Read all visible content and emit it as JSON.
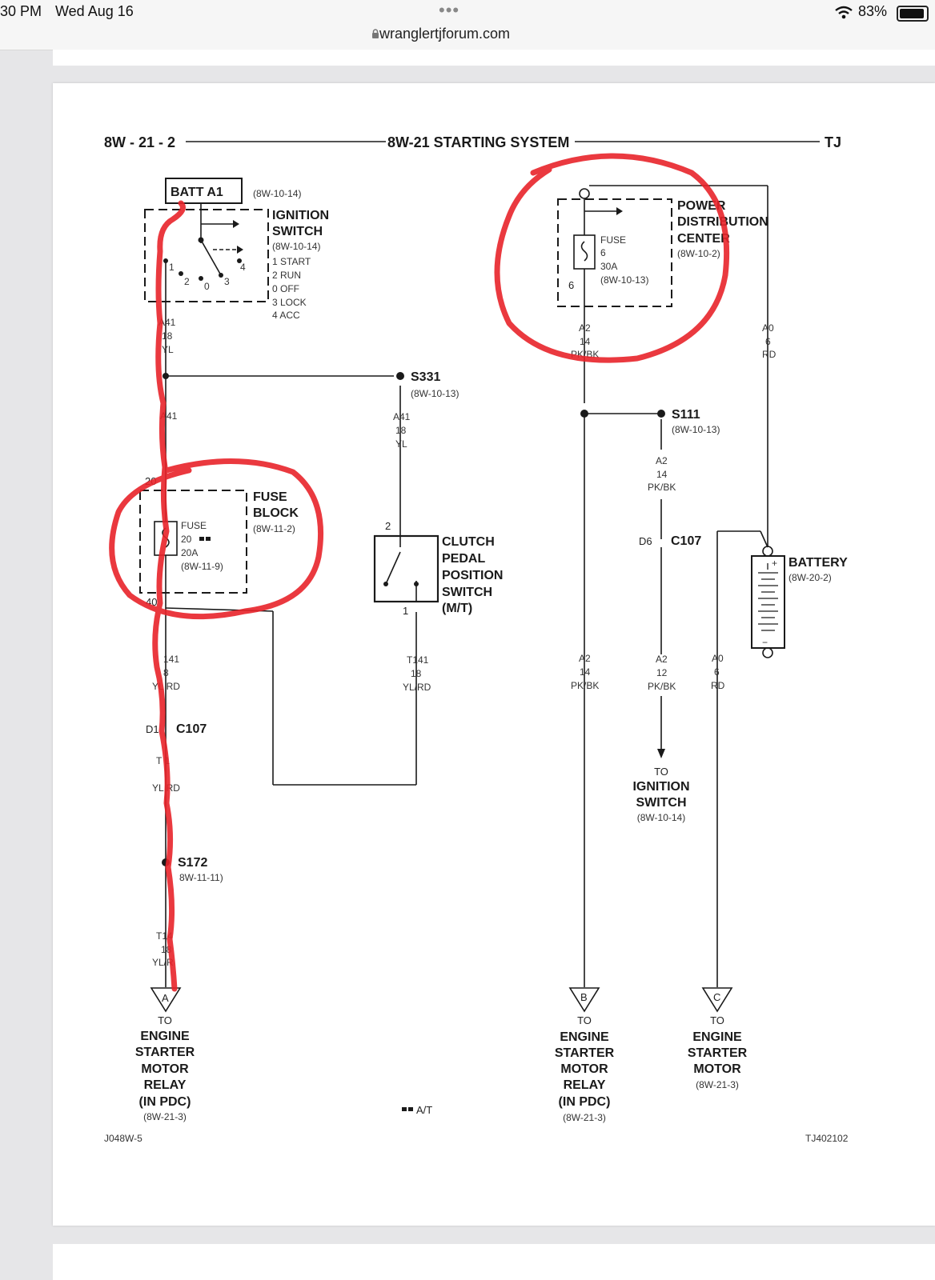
{
  "status_bar": {
    "time": "30 PM",
    "date": "Wed Aug 16",
    "url": "wranglertjforum.com",
    "battery": "83%",
    "battery_level": 0.83
  },
  "diagram": {
    "page_ref": "8W - 21 - 2",
    "title": "8W-21 STARTING SYSTEM",
    "model": "TJ",
    "footer_left": "J048W-5",
    "footer_right": "TJ402102",
    "footer_note": "A/T",
    "batt_a1": {
      "label": "BATT A1",
      "ref": "(8W-10-14)"
    },
    "ignition_switch": {
      "name_1": "IGNITION",
      "name_2": "SWITCH",
      "ref": "(8W-10-14)",
      "positions": [
        "1 START",
        "2 RUN",
        "0 OFF",
        "3 LOCK",
        "4 ACC"
      ],
      "pins": [
        "1",
        "2",
        "0",
        "3",
        "4"
      ]
    },
    "wire_a41_top": [
      "A41",
      "18",
      "YL"
    ],
    "wire_a41_mid": "A41",
    "s331": {
      "label": "S331",
      "ref": "(8W-10-13)"
    },
    "wire_a41_right": [
      "A41",
      "18",
      "YL"
    ],
    "fuse_block": {
      "name_1": "FUSE",
      "name_2": "BLOCK",
      "ref": "(8W-11-2)",
      "fuse_label": "FUSE",
      "fuse_number": "20",
      "fuse_rating": "20A",
      "fuse_ref": "(8W-11-9)",
      "pin_in": "20",
      "pin_out": "40"
    },
    "clutch_switch": {
      "lines": [
        "CLUTCH",
        "PEDAL",
        "POSITION",
        "SWITCH",
        "(M/T)"
      ],
      "pin_in": "2",
      "pin_out": "1"
    },
    "wire_t141_left": [
      "141",
      "8",
      "YL RD"
    ],
    "wire_t141_right": [
      "T141",
      "18",
      "YL/RD"
    ],
    "c107_left": {
      "pin": "D1",
      "label": "C107"
    },
    "wire_t141_lower": [
      "T 1",
      "YL RD"
    ],
    "s172": {
      "label": "S172",
      "ref": "8W-11-11)"
    },
    "wire_t14_bottom": [
      "T14",
      "18",
      "YL/R"
    ],
    "pdc": {
      "name_1": "POWER",
      "name_2": "DISTRIBUTION",
      "name_3": "CENTER",
      "ref": "(8W-10-2)",
      "fuse_label": "FUSE",
      "fuse_number": "6",
      "fuse_rating": "30A",
      "fuse_ref": "(8W-10-13)",
      "pin_out": "6"
    },
    "wire_a2_top": [
      "A2",
      "14",
      "PK/BK"
    ],
    "wire_a0_top": [
      "A0",
      "6",
      "RD"
    ],
    "s111": {
      "label": "S111",
      "ref": "(8W-10-13)"
    },
    "wire_a2_mid": [
      "A2",
      "14",
      "PK/BK"
    ],
    "c107_right": {
      "pin": "D6",
      "label": "C107"
    },
    "battery": {
      "label": "BATTERY",
      "ref": "(8W-20-2)",
      "plus": "+",
      "minus": "−"
    },
    "wire_a2_left": [
      "A2",
      "14",
      "PK/BK"
    ],
    "wire_a2_right": [
      "A2",
      "12",
      "PK/BK"
    ],
    "wire_a0_bottom": [
      "A0",
      "6",
      "RD"
    ],
    "to_ignition": {
      "lines": [
        "TO",
        "IGNITION",
        "SWITCH"
      ],
      "ref": "(8W-10-14)"
    },
    "dest_a": {
      "letter": "A",
      "lines": [
        "TO",
        "ENGINE",
        "STARTER",
        "MOTOR",
        "RELAY",
        "(IN PDC)"
      ],
      "ref": "(8W-21-3)"
    },
    "dest_b": {
      "letter": "B",
      "lines": [
        "TO",
        "ENGINE",
        "STARTER",
        "MOTOR",
        "RELAY",
        "(IN PDC)"
      ],
      "ref": "(8W-21-3)"
    },
    "dest_c": {
      "letter": "C",
      "lines": [
        "TO",
        "ENGINE",
        "STARTER",
        "MOTOR"
      ],
      "ref": "(8W-21-3)"
    }
  },
  "annotation_color": "#e8232a"
}
